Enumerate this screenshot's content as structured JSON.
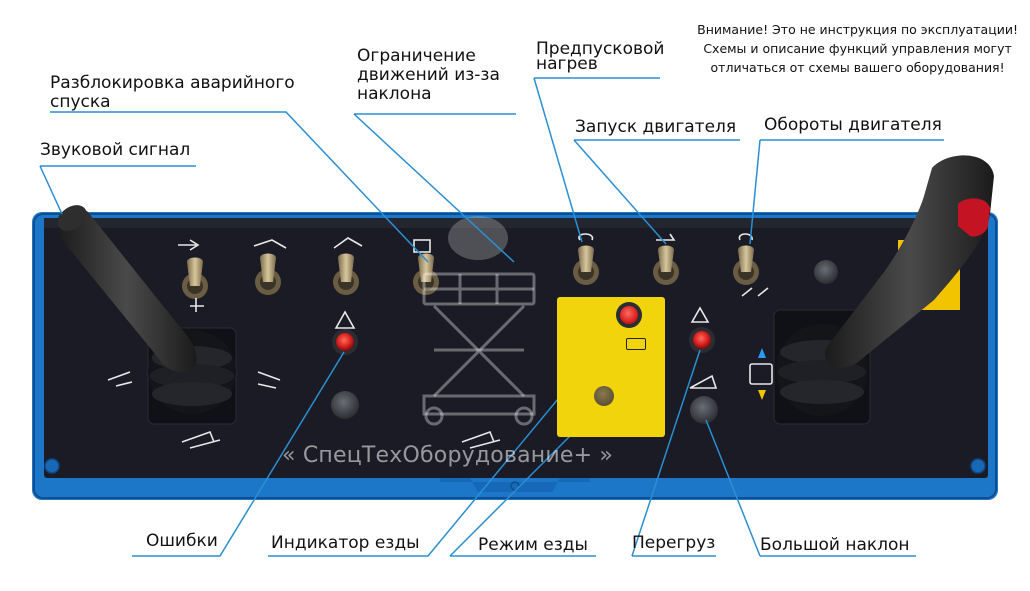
{
  "labels": {
    "emergency_unlock": [
      "Разблокировка аварийного",
      "спуска"
    ],
    "horn": "Звуковой сигнал",
    "tilt_limit": [
      "Ограничение",
      "движений из-за",
      "наклона"
    ],
    "preheat": [
      "Предпусковой",
      "нагрев"
    ],
    "engine_start": "Запуск двигателя",
    "engine_rpm": "Обороты двигателя",
    "errors": "Ошибки",
    "drive_indicator": "Индикатор езды",
    "drive_mode": "Режим езды",
    "overload": "Перегруз",
    "high_tilt": "Большой наклон"
  },
  "warning": [
    "Внимание! Это не инструкция по эксплуатации!",
    "Схемы и описание функций управления могут",
    "отличаться от схемы вашего оборудования!"
  ],
  "watermark": "« СпецТехОборудование+ »",
  "colors": {
    "panel_frame": "#1d77c9",
    "panel_face": "#1a1b24",
    "leader_line": "#2a8fd3",
    "indicator_red": "#d8211f",
    "card_yellow": "#f2d40c",
    "grip_black": "#2b2b2b",
    "tip_red": "#c41424"
  }
}
